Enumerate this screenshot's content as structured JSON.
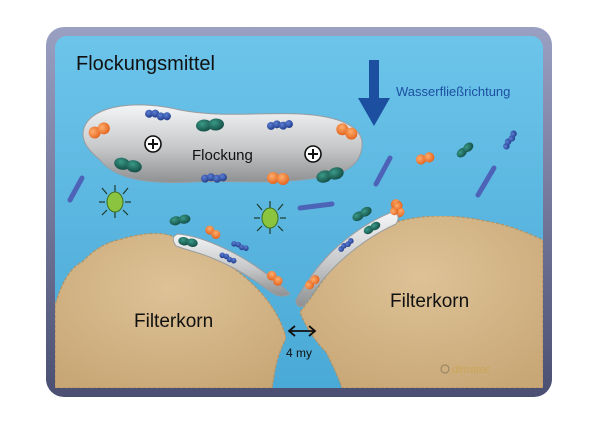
{
  "title": "Flockungsmittel",
  "flow_label": "Wasserfließrichtung",
  "floc_label": "Flockung",
  "grain_left_label": "Filterkorn",
  "grain_right_label": "Filterkorn",
  "gap_label": "4 my",
  "watermark": "dimatec",
  "colors": {
    "water": "#58b7e0",
    "frame": "#6a6f92",
    "floc": "#c9cbcd",
    "grain": "#d6b88a",
    "flow_arrow": "#1c4fa0",
    "cation": "#f47a2a",
    "green_particle": "#1d6b5f",
    "blue_particle": "#2f4fa6",
    "rod": "#4d63b8",
    "bacteria": "#8bc53f"
  }
}
